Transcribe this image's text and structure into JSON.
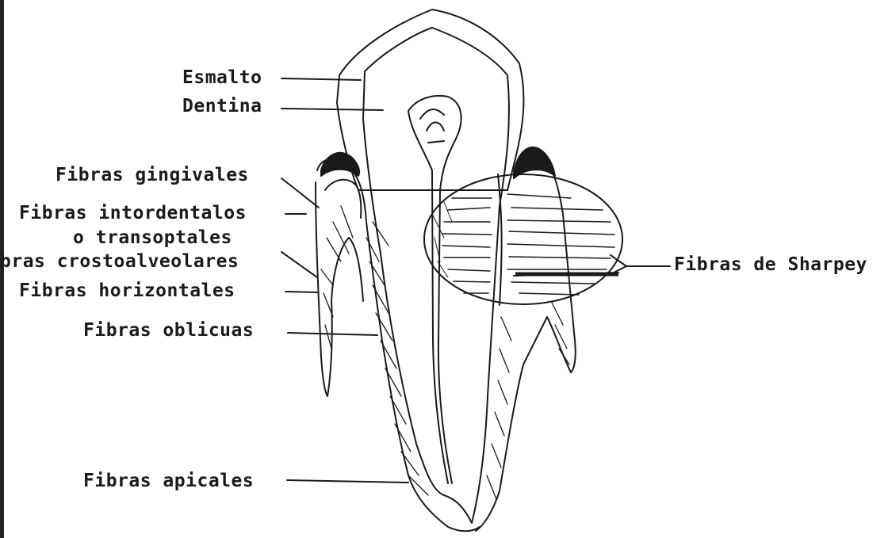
{
  "diagram": {
    "labels": {
      "esmalte": "Esmalto",
      "dentina": "Dentina",
      "fibras_gingivales": "Fibras gingivales",
      "fibras_interdentales_1": "Fibras intordentalos",
      "fibras_interdentales_2": "o transoptales",
      "fibras_crestoalveolares": "bras crostoalveolares",
      "fibras_horizontales": "Fibras horizontales",
      "fibras_oblicuas": "Fibras oblicuas",
      "fibras_apicales": "Fibras apicales",
      "fibras_sharpey": "Fibras de Sharpey"
    },
    "ink_color": "#1a1a1a"
  }
}
